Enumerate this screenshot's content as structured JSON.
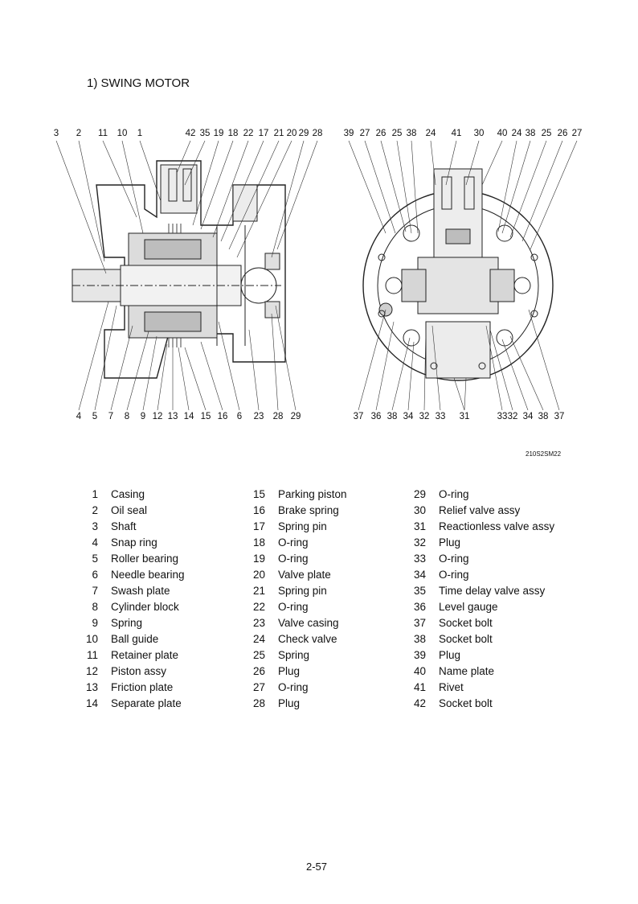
{
  "section_title": "1) SWING MOTOR",
  "callouts": {
    "left_top": [
      "3",
      "2",
      "11",
      "10",
      "1",
      "42",
      "35",
      "19",
      "18",
      "22",
      "17",
      "21",
      "20",
      "29",
      "28"
    ],
    "left_bottom": [
      "4",
      "5",
      "7",
      "8",
      "9",
      "12",
      "13",
      "14",
      "15",
      "16",
      "6",
      "23",
      "28",
      "29"
    ],
    "right_top": [
      "39",
      "27",
      "26",
      "25",
      "38",
      "24",
      "41",
      "30",
      "40",
      "24",
      "38",
      "25",
      "26",
      "27"
    ],
    "right_bottom": [
      "37",
      "36",
      "38",
      "34",
      "32",
      "33",
      "31",
      "33",
      "32",
      "34",
      "38",
      "37"
    ]
  },
  "drawing_ref": "210S2SM22",
  "parts": [
    {
      "num": "1",
      "name": "Casing"
    },
    {
      "num": "2",
      "name": "Oil seal"
    },
    {
      "num": "3",
      "name": "Shaft"
    },
    {
      "num": "4",
      "name": "Snap ring"
    },
    {
      "num": "5",
      "name": "Roller bearing"
    },
    {
      "num": "6",
      "name": "Needle bearing"
    },
    {
      "num": "7",
      "name": "Swash plate"
    },
    {
      "num": "8",
      "name": "Cylinder block"
    },
    {
      "num": "9",
      "name": "Spring"
    },
    {
      "num": "10",
      "name": "Ball guide"
    },
    {
      "num": "11",
      "name": "Retainer plate"
    },
    {
      "num": "12",
      "name": "Piston assy"
    },
    {
      "num": "13",
      "name": "Friction plate"
    },
    {
      "num": "14",
      "name": "Separate plate"
    },
    {
      "num": "15",
      "name": "Parking piston"
    },
    {
      "num": "16",
      "name": "Brake spring"
    },
    {
      "num": "17",
      "name": "Spring pin"
    },
    {
      "num": "18",
      "name": "O-ring"
    },
    {
      "num": "19",
      "name": "O-ring"
    },
    {
      "num": "20",
      "name": "Valve plate"
    },
    {
      "num": "21",
      "name": "Spring pin"
    },
    {
      "num": "22",
      "name": "O-ring"
    },
    {
      "num": "23",
      "name": "Valve casing"
    },
    {
      "num": "24",
      "name": "Check valve"
    },
    {
      "num": "25",
      "name": "Spring"
    },
    {
      "num": "26",
      "name": "Plug"
    },
    {
      "num": "27",
      "name": "O-ring"
    },
    {
      "num": "28",
      "name": "Plug"
    },
    {
      "num": "29",
      "name": "O-ring"
    },
    {
      "num": "30",
      "name": "Relief valve assy"
    },
    {
      "num": "31",
      "name": "Reactionless valve assy"
    },
    {
      "num": "32",
      "name": "Plug"
    },
    {
      "num": "33",
      "name": "O-ring"
    },
    {
      "num": "34",
      "name": "O-ring"
    },
    {
      "num": "35",
      "name": "Time delay valve assy"
    },
    {
      "num": "36",
      "name": "Level gauge"
    },
    {
      "num": "37",
      "name": "Socket bolt"
    },
    {
      "num": "38",
      "name": "Socket bolt"
    },
    {
      "num": "39",
      "name": "Plug"
    },
    {
      "num": "40",
      "name": "Name plate"
    },
    {
      "num": "41",
      "name": "Rivet"
    },
    {
      "num": "42",
      "name": "Socket bolt"
    }
  ],
  "page_number": "2-57"
}
